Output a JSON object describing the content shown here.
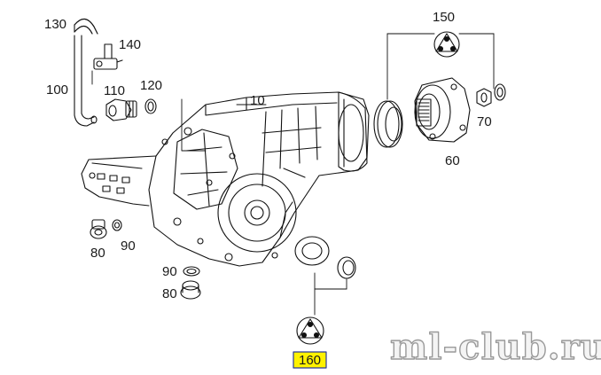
{
  "diagram": {
    "callouts": {
      "c10": "10",
      "c60": "60",
      "c70": "70",
      "c80a": "80",
      "c80b": "80",
      "c90a": "90",
      "c90b": "90",
      "c100": "100",
      "c110": "110",
      "c120": "120",
      "c130": "130",
      "c140": "140",
      "c150": "150",
      "c160": "160"
    },
    "highlighted_callout": "160",
    "highlight_color": "#fff200"
  },
  "watermark": {
    "text": "ml-club.ru"
  }
}
